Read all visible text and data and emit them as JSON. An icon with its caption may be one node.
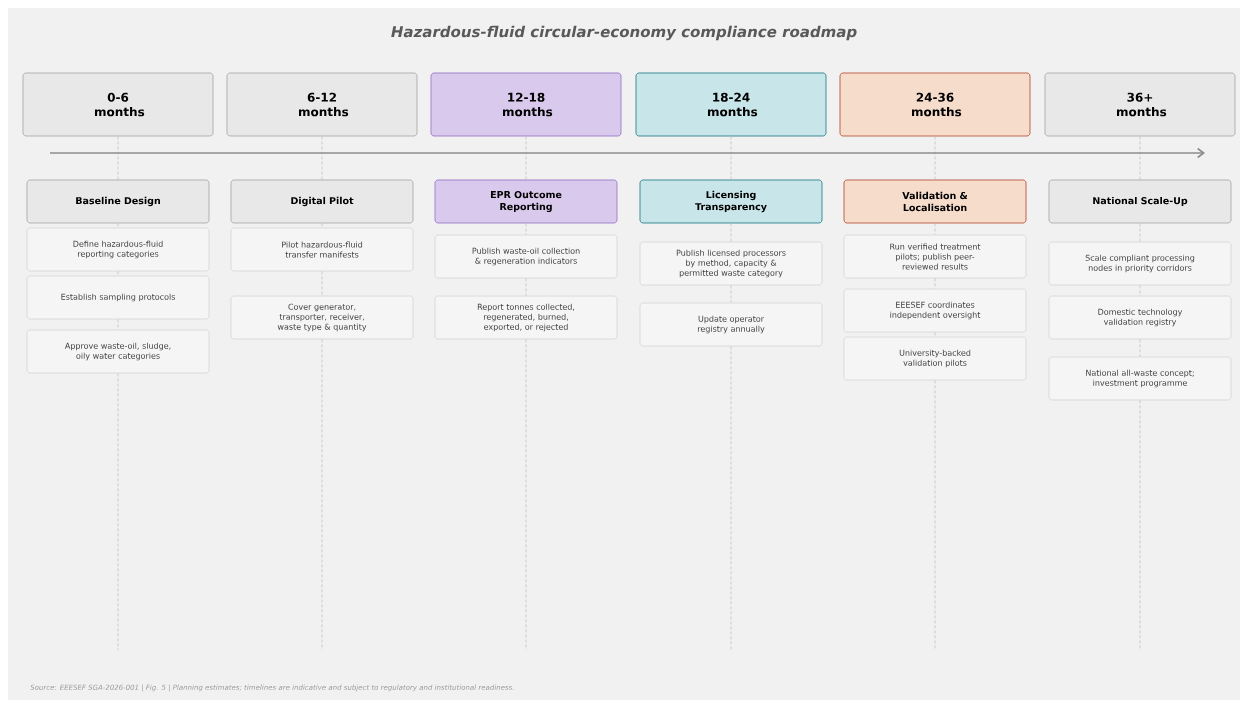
{
  "diagram": {
    "title": "Hazardous-fluid circular-economy compliance roadmap",
    "caption": "Source: EEESEF SGA-2026-001 | Fig. 5 | Planning estimates; timelines are indicative and subject to regulatory and institutional readiness.",
    "nodes": [
      {
        "text": [
          "0-6 months"
        ]
      },
      {
        "text": [
          "Baseline Design"
        ]
      },
      {
        "text": [
          "Define hazardous-fluid reporting categories"
        ]
      },
      {
        "text": [
          "Establish sampling protocols"
        ]
      },
      {
        "text": [
          "Approve waste-oil, sludge, oily water categories"
        ]
      },
      {
        "text": [
          "6-12 months"
        ]
      },
      {
        "text": [
          "Digital Pilot"
        ]
      },
      {
        "text": [
          "Pilot hazardous-fluid transfer manifests"
        ]
      },
      {
        "text": [
          "Cover generator, transporter, receiver, waste type & quantity"
        ]
      },
      {
        "text": [
          "12-18 months"
        ]
      },
      {
        "text": [
          "EPR Outcome Reporting"
        ]
      },
      {
        "text": [
          "Publish waste-oil collection & regeneration indicators"
        ]
      },
      {
        "text": [
          "Report tonnes collected, regenerated, burned, exported, or rejected"
        ]
      },
      {
        "text": [
          "18-24 months"
        ]
      },
      {
        "text": [
          "Licensing Transparency"
        ]
      },
      {
        "text": [
          "Publish licensed processors by method, capacity & permitted waste category"
        ]
      },
      {
        "text": [
          "Update operator registry annually"
        ]
      },
      {
        "text": [
          "24-36 months"
        ]
      },
      {
        "text": [
          "Validation & Localisation"
        ]
      },
      {
        "text": [
          "Run verified treatment pilots; publish peer-reviewed results"
        ]
      },
      {
        "text": [
          "EEESEF coordinates independent oversight"
        ]
      },
      {
        "text": [
          "University-backed validation pilots"
        ]
      },
      {
        "text": [
          "36+ months"
        ]
      },
      {
        "text": [
          "National Scale-Up"
        ]
      },
      {
        "text": [
          "Scale compliant processing nodes in priority corridors"
        ]
      },
      {
        "text": [
          "Domestic technology validation registry"
        ]
      },
      {
        "text": [
          "National all-waste concept; investment programme"
        ]
      }
    ],
    "edges": [
      {
        "from": 0,
        "to": 1,
        "arrow": "none",
        "style": "dashed"
      },
      {
        "from": 1,
        "to": 2,
        "arrow": "none",
        "style": "dashed"
      },
      {
        "from": 2,
        "to": 3,
        "arrow": "none",
        "style": "dashed"
      },
      {
        "from": 3,
        "to": 4,
        "arrow": "none",
        "style": "dashed"
      },
      {
        "from": 5,
        "to": 6,
        "arrow": "none",
        "style": "dashed"
      },
      {
        "from": 6,
        "to": 7,
        "arrow": "none",
        "style": "dashed"
      },
      {
        "from": 7,
        "to": 8,
        "arrow": "none",
        "style": "dashed"
      },
      {
        "from": 9,
        "to": 10,
        "arrow": "none",
        "style": "dashed"
      },
      {
        "from": 10,
        "to": 11,
        "arrow": "none",
        "style": "dashed"
      },
      {
        "from": 11,
        "to": 12,
        "arrow": "none",
        "style": "dashed"
      },
      {
        "from": 13,
        "to": 14,
        "arrow": "none",
        "style": "dashed"
      },
      {
        "from": 14,
        "to": 15,
        "arrow": "none",
        "style": "dashed"
      },
      {
        "from": 15,
        "to": 16,
        "arrow": "none",
        "style": "dashed"
      },
      {
        "from": 17,
        "to": 18,
        "arrow": "none",
        "style": "dashed"
      },
      {
        "from": 18,
        "to": 19,
        "arrow": "none",
        "style": "dashed"
      },
      {
        "from": 19,
        "to": 20,
        "arrow": "none",
        "style": "dashed"
      },
      {
        "from": 20,
        "to": 21,
        "arrow": "none",
        "style": "dashed"
      },
      {
        "from": 22,
        "to": 23,
        "arrow": "none",
        "style": "dashed"
      },
      {
        "from": 23,
        "to": 24,
        "arrow": "none",
        "style": "dashed"
      },
      {
        "from": 24,
        "to": 25,
        "arrow": "none",
        "style": "dashed"
      },
      {
        "from": 25,
        "to": 26,
        "arrow": "none",
        "style": "dashed"
      }
    ]
  }
}
